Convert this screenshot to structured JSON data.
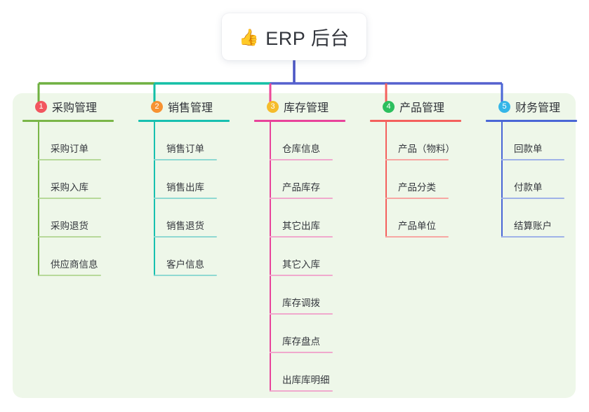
{
  "root": {
    "icon": "thumbs-up-icon",
    "icon_glyph": "👍",
    "title": "ERP 后台"
  },
  "panel": {
    "background_color": "#eef7e9"
  },
  "connectors": {
    "stem_color": "#4a55c4",
    "bar_segment_colors": [
      "#6fb041",
      "#13bfa6",
      "#5560ce",
      "#5560ce"
    ],
    "drop_colors": [
      "#6fb041",
      "#13bfa6",
      "#ec4899",
      "#f4605d",
      "#4a66d6"
    ]
  },
  "columns": [
    {
      "number": "1",
      "title": "采购管理",
      "badge_color": "#f2565f",
      "line_color": "#7ab648",
      "leaf_line_color": "#b7d99a",
      "items": [
        "采购订单",
        "采购入库",
        "采购退货",
        "供应商信息"
      ]
    },
    {
      "number": "2",
      "title": "销售管理",
      "badge_color": "#f79232",
      "line_color": "#17c0b0",
      "leaf_line_color": "#8fd9d2",
      "items": [
        "销售订单",
        "销售出库",
        "销售退货",
        "客户信息"
      ]
    },
    {
      "number": "3",
      "title": "库存管理",
      "badge_color": "#f5bc2b",
      "line_color": "#e8439a",
      "leaf_line_color": "#f0a9cd",
      "items": [
        "仓库信息",
        "产品库存",
        "其它出库",
        "其它入库",
        "库存调拨",
        "库存盘点",
        "出库库明细"
      ]
    },
    {
      "number": "4",
      "title": "产品管理",
      "badge_color": "#2cbf5e",
      "line_color": "#f4605d",
      "leaf_line_color": "#f7a7a3",
      "items": [
        "产品（物料）",
        "产品分类",
        "产品单位"
      ]
    },
    {
      "number": "5",
      "title": "财务管理",
      "badge_color": "#35b6e8",
      "line_color": "#4a66d6",
      "leaf_line_color": "#9fb2e8",
      "items": [
        "回款单",
        "付款单",
        "结算账户"
      ]
    }
  ]
}
